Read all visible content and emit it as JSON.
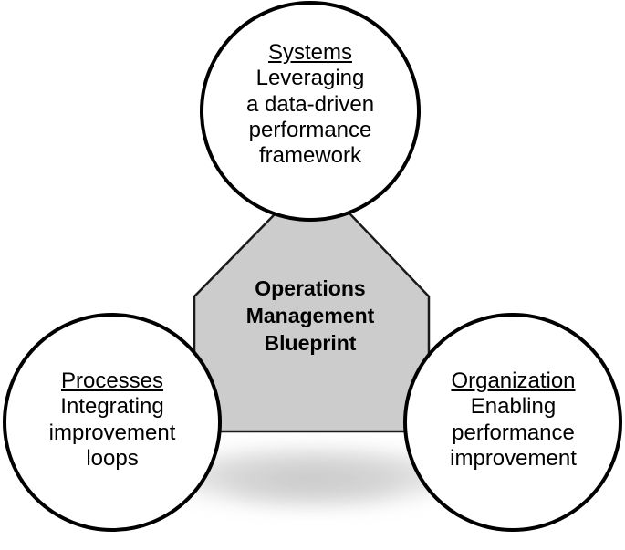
{
  "diagram": {
    "type": "venn-triad-framework",
    "center": {
      "name": "center-hub",
      "lines": [
        "Operations",
        "Management",
        "Blueprint"
      ],
      "fill_color": "#cccccc",
      "stroke_color": "#1a1a1a"
    },
    "nodes": [
      {
        "id": "systems",
        "position": "top",
        "title": "Systems",
        "description": "Leveraging\na data-driven\nperformance\nframework",
        "desc_lines": [
          "Leveraging",
          "a data-driven",
          "performance",
          "framework"
        ],
        "fill_color": "#ffffff",
        "stroke_color": "#000000"
      },
      {
        "id": "processes",
        "position": "bottom-left",
        "title": "Processes",
        "description": "Integrating\nimprovement\nloops",
        "desc_lines": [
          "Integrating",
          "improvement",
          "loops"
        ],
        "fill_color": "#ffffff",
        "stroke_color": "#000000"
      },
      {
        "id": "organization",
        "position": "bottom-right",
        "title": "Organization",
        "description": "Enabling\nperformance\nimprovement",
        "desc_lines": [
          "Enabling",
          "performance",
          "improvement"
        ],
        "fill_color": "#ffffff",
        "stroke_color": "#000000"
      }
    ]
  }
}
